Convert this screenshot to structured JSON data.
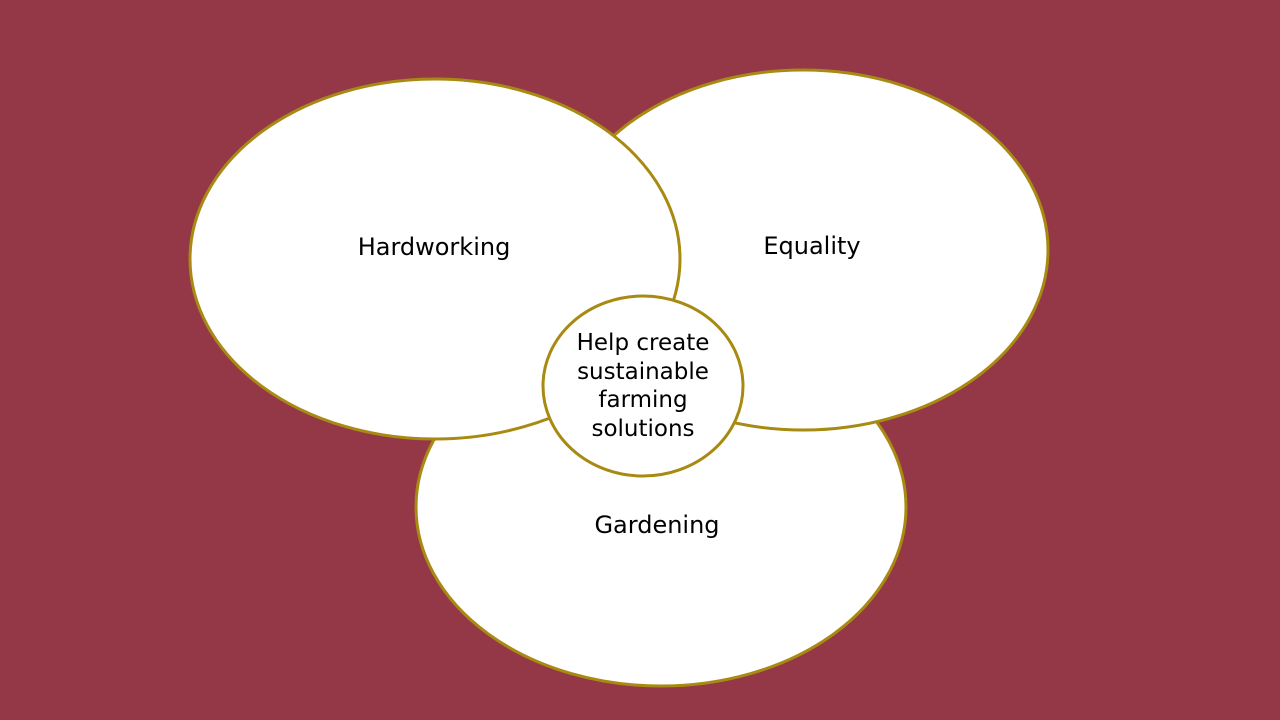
{
  "colors": {
    "background": "#943848",
    "ellipse_fill": "#ffffff",
    "ellipse_stroke": "#a88a12",
    "text": "#000000"
  },
  "diagram": {
    "circles": [
      {
        "label": "Hardworking"
      },
      {
        "label": "Equality"
      },
      {
        "label": "Gardening"
      }
    ],
    "center": {
      "label": "Help create sustainable farming solutions"
    }
  }
}
